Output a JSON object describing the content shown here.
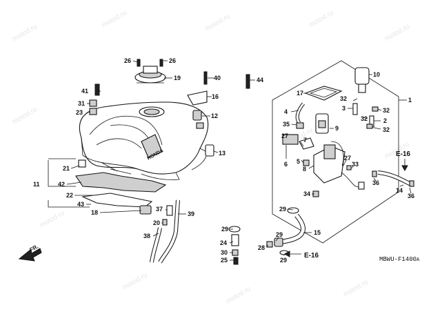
{
  "watermark": "motod.ru",
  "front_label": "FR.",
  "ref_labels": {
    "e16_top": "E-16",
    "e16_bottom": "E-16"
  },
  "diagram_code": {
    "prefix": "MBWU-",
    "number": "F1400",
    "suffix": "A"
  },
  "tank_brand": "HONDA",
  "callouts": {
    "c1": "1",
    "c2": "2",
    "c3": "3",
    "c4": "4",
    "c5": "5",
    "c6": "6",
    "c7": "7",
    "c8": "8",
    "c9": "9",
    "c10": "10",
    "c11": "11",
    "c12": "12",
    "c13": "13",
    "c14": "14",
    "c15": "15",
    "c16": "16",
    "c17": "17",
    "c18": "18",
    "c19": "19",
    "c20": "20",
    "c21": "21",
    "c22": "22",
    "c23": "23",
    "c24": "24",
    "c25": "25",
    "c26a": "26",
    "c26b": "26",
    "c27a": "27",
    "c27b": "27",
    "c28": "28",
    "c29a": "29",
    "c29b": "29",
    "c29c": "29",
    "c29d": "29",
    "c30": "30",
    "c31": "31",
    "c32a": "32",
    "c32b": "32",
    "c32c": "32",
    "c32d": "32",
    "c33": "33",
    "c34": "34",
    "c35": "35",
    "c36a": "36",
    "c36b": "36",
    "c37": "37",
    "c38": "38",
    "c39": "39",
    "c40": "40",
    "c41": "41",
    "c42": "42",
    "c43": "43",
    "c44": "44"
  }
}
